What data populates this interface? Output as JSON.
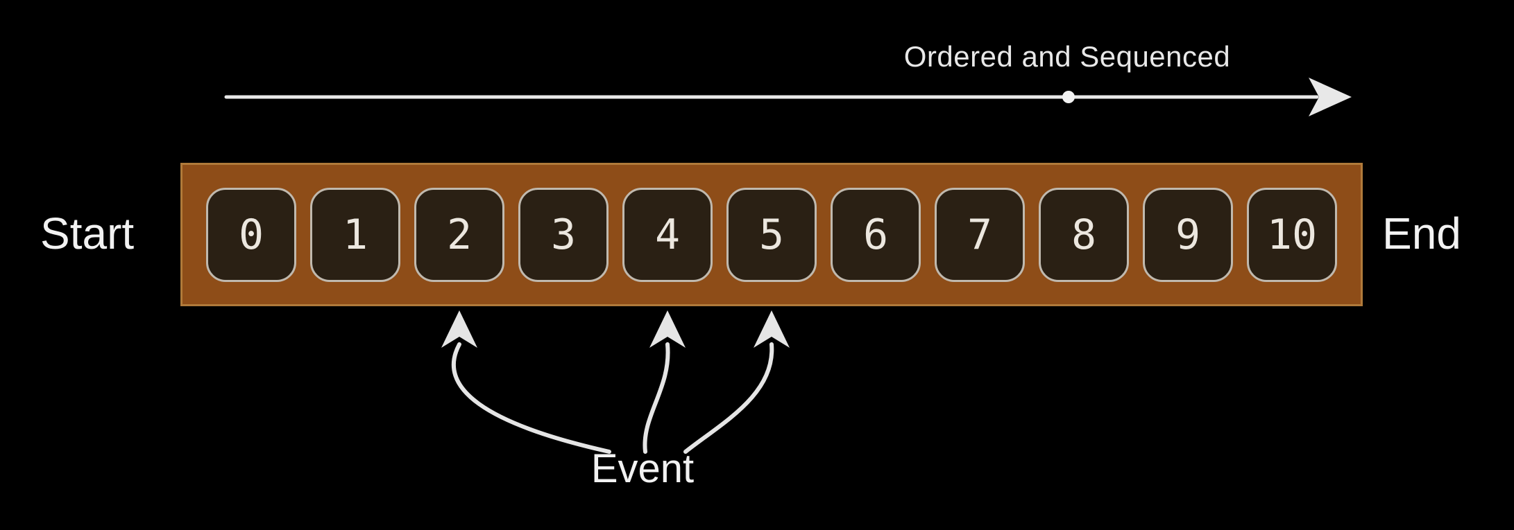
{
  "page": {
    "background_color": "#000000",
    "text_color": "#f2f2f2",
    "arrow_color": "#e8e8e8"
  },
  "top_arrow": {
    "label": "Ordered and Sequenced",
    "direction": "right",
    "color": "#e8e8e8"
  },
  "timeline": {
    "start_label": "Start",
    "end_label": "End",
    "bar_color": "#8e4d18",
    "bar_border_color": "#b07a3a",
    "cell_color": "#2a2014",
    "cell_border_color": "#c0b9ae",
    "cell_text_color": "#ece7df",
    "cells": [
      "0",
      "1",
      "2",
      "3",
      "4",
      "5",
      "6",
      "7",
      "8",
      "9",
      "10"
    ]
  },
  "event_annotation": {
    "label": "Event",
    "arrow_color": "#e5e5e5",
    "targets": [
      "2",
      "4",
      "5"
    ]
  }
}
